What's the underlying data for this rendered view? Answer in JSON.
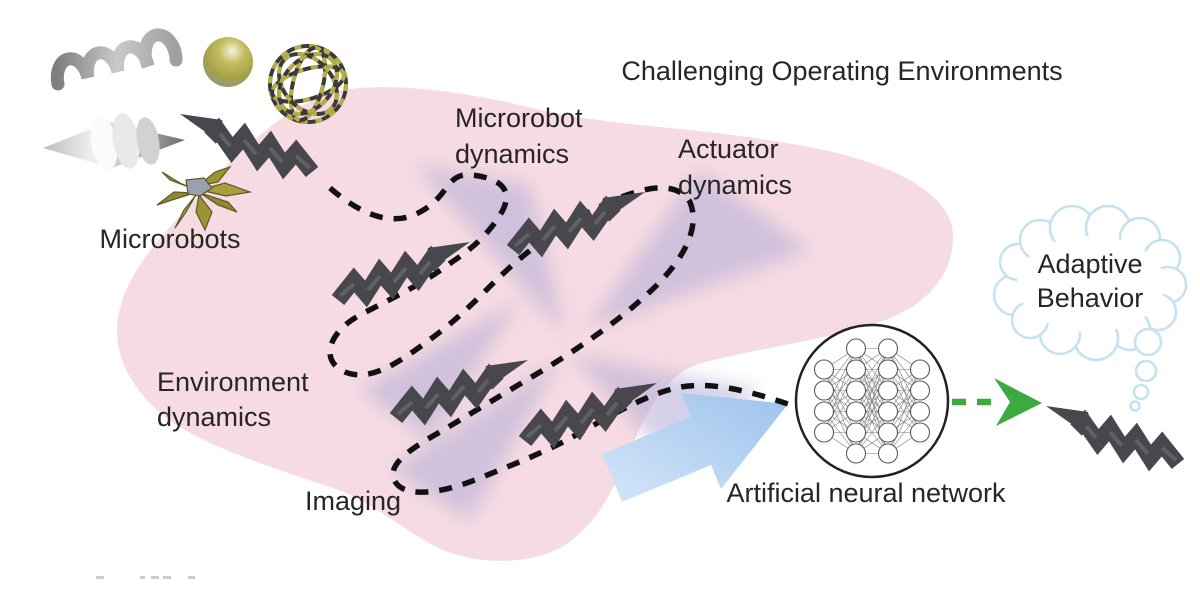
{
  "header": {
    "title": "Challenging Operating Environments"
  },
  "microrobot_gallery": {
    "label": "Microrobots",
    "icons": [
      "silver-helix-icon",
      "gold-sphere-icon",
      "cage-sphere-icon",
      "silver-screw-drill-icon",
      "dark-helix-icon",
      "gold-flower-icon"
    ]
  },
  "environment_factors": {
    "microrobot_dynamics_line1": "Microrobot",
    "microrobot_dynamics_line2": "dynamics",
    "actuator_dynamics_line1": "Actuator",
    "actuator_dynamics_line2": "dynamics",
    "environment_dynamics_line1": "Environment",
    "environment_dynamics_line2": "dynamics",
    "imaging_label": "Imaging"
  },
  "ann": {
    "label": "Artificial neural network",
    "layers": [
      4,
      6,
      6,
      4
    ]
  },
  "output": {
    "thought_line1": "Adaptive",
    "thought_line2": "Behavior"
  },
  "colors": {
    "blob_pink": "#f6dbe2",
    "flow_lavender": "#b2abd6",
    "input_arrow_blue_light": "#cfe2f6",
    "input_arrow_blue": "#a2c6ee",
    "output_arrow_green": "#3caa3f",
    "microrobot_dark": "#47474d",
    "trajectory_black": "#111111",
    "cloud_outline_blue": "#c6e2ef",
    "gold": "#a09a3e",
    "silver": "#b9b9b9"
  }
}
